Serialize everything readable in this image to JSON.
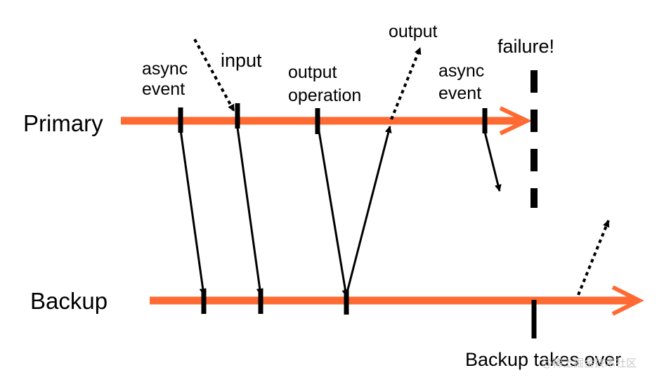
{
  "timelines": {
    "primary_label": "Primary",
    "backup_label": "Backup"
  },
  "annotations": {
    "async_event_1": [
      "async",
      "event"
    ],
    "input": "input",
    "output_operation": [
      "output",
      "operation"
    ],
    "output": "output",
    "async_event_2": [
      "async",
      "event"
    ],
    "failure": "failure!",
    "backup_takes_over": "Backup takes over"
  },
  "watermark": "@稀土掘金技术社区",
  "colors": {
    "timeline": "#ff6a33",
    "marks": "#000000",
    "text": "#000000"
  }
}
